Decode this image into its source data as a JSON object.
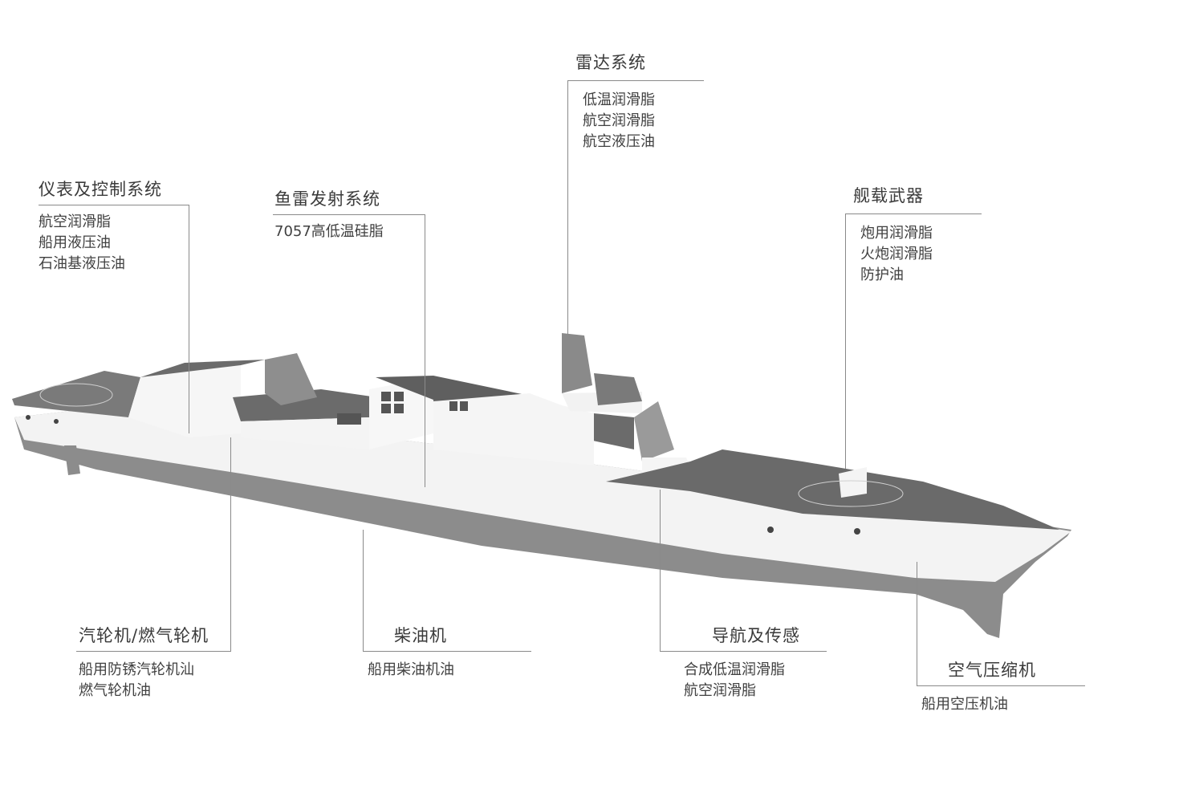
{
  "callouts": {
    "instrument": {
      "title": "仪表及控制系统",
      "items": [
        "航空润滑脂",
        "船用液压油",
        "石油基液压油"
      ]
    },
    "torpedo": {
      "title": "鱼雷发射系统",
      "items": [
        "7057高低温硅脂"
      ]
    },
    "radar": {
      "title": "雷达系统",
      "items": [
        "低温润滑脂",
        "航空润滑脂",
        "航空液压油"
      ]
    },
    "weapons": {
      "title": "舰载武器",
      "items": [
        "炮用润滑脂",
        "火炮润滑脂",
        "防护油"
      ]
    },
    "turbine": {
      "title": "汽轮机/燃气轮机",
      "items": [
        "船用防锈汽轮机汕",
        "燃气轮机油"
      ]
    },
    "diesel": {
      "title": "柴油机",
      "items": [
        "船用柴油机油"
      ]
    },
    "navigation": {
      "title": "导航及传感",
      "items": [
        "合成低温润滑脂",
        "航空润滑脂"
      ]
    },
    "compressor": {
      "title": "空气压缩机",
      "items": [
        "船用空压机油"
      ]
    }
  },
  "colors": {
    "hull_dark": "#8c8c8c",
    "deck_dark": "#6e6e6e",
    "superstructure_light": "#f2f2f2",
    "leader_line": "#8a8a8a",
    "text": "#404040"
  },
  "icons": {
    "ship": "destroyer-illustration"
  }
}
